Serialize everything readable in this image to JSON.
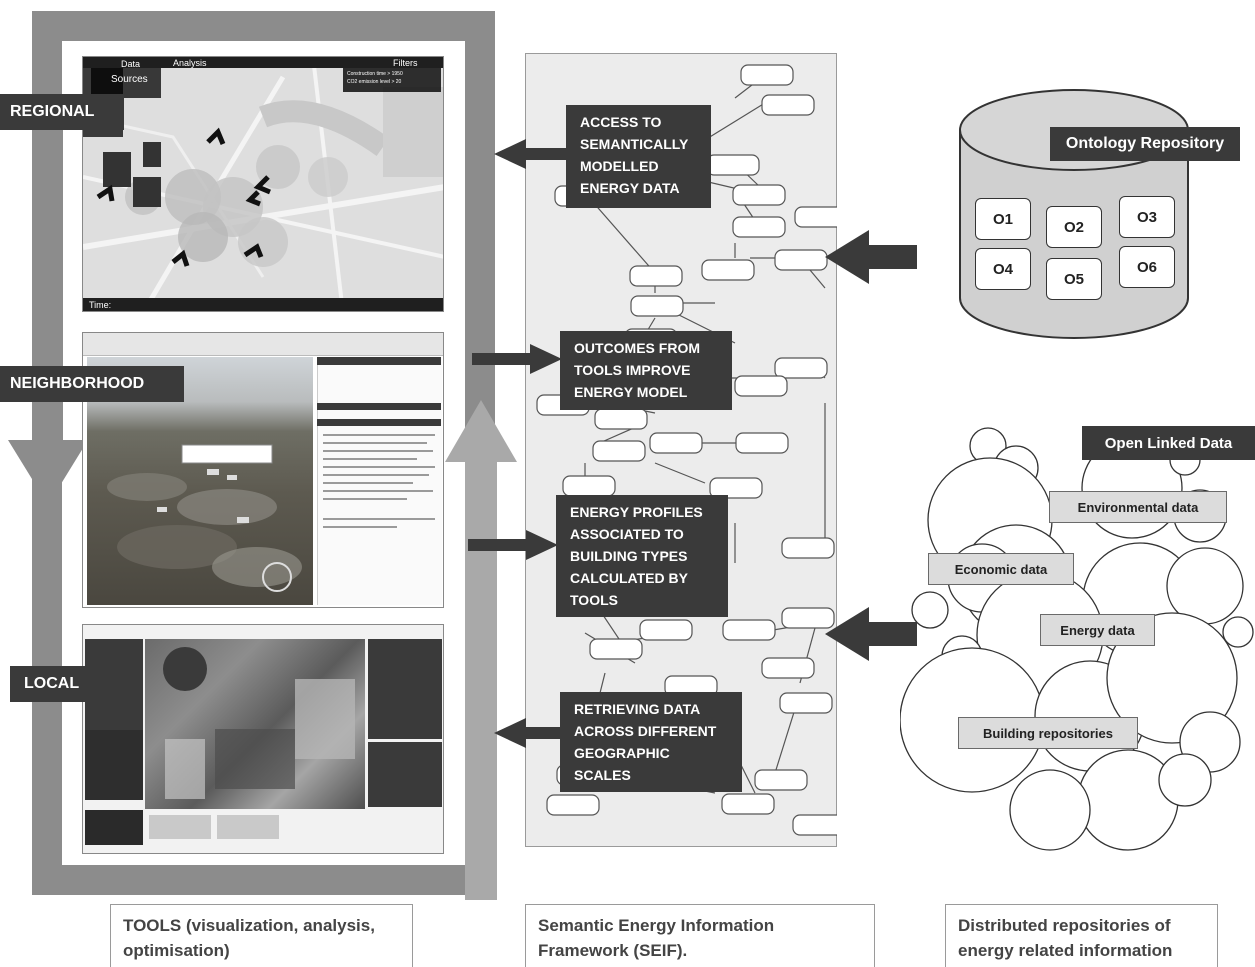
{
  "tools": {
    "scale_labels": {
      "regional": "REGIONAL",
      "neighborhood": "NEIGHBORHOOD",
      "local": "LOCAL"
    },
    "regional_screen": {
      "tab_data": "Data",
      "tab_sources": "Sources",
      "tab_analysis": "Analysis",
      "tab_filters": "Filters",
      "filter_line_1": "Construction time > 1950",
      "filter_line_2": "CO2 emission level > 20",
      "time_label": "Time:"
    }
  },
  "callouts": {
    "access": [
      "ACCESS TO",
      "SEMANTICALLY",
      "MODELLED",
      "ENERGY DATA"
    ],
    "outcomes": [
      "OUTCOMES FROM",
      "TOOLS IMPROVE",
      "ENERGY MODEL"
    ],
    "profiles": [
      "ENERGY PROFILES",
      "ASSOCIATED TO",
      "BUILDING TYPES",
      "CALCULATED BY",
      "TOOLS"
    ],
    "retrieving": [
      "RETRIEVING DATA",
      "ACROSS DIFFERENT",
      "GEOGRAPHIC",
      "SCALES"
    ]
  },
  "ontology": {
    "title": "Ontology Repository",
    "items": [
      "O1",
      "O2",
      "O3",
      "O4",
      "O5",
      "O6"
    ]
  },
  "linked_data": {
    "title": "Open Linked Data",
    "environmental": "Environmental data",
    "economic": "Economic data",
    "energy": "Energy data",
    "building": "Building repositories"
  },
  "captions": {
    "tools": [
      "TOOLS (visualization, analysis,",
      "optimisation)"
    ],
    "seif": [
      "Semantic Energy Information",
      "Framework (SEIF)."
    ],
    "repos": [
      "Distributed repositories of",
      "energy related information"
    ]
  },
  "colors": {
    "frame": "#8c8c8c",
    "arrow_light": "#a9a9a9",
    "dark": "#3a3a3a",
    "panel": "#ececec",
    "cylinder": "#d0d0d0"
  }
}
